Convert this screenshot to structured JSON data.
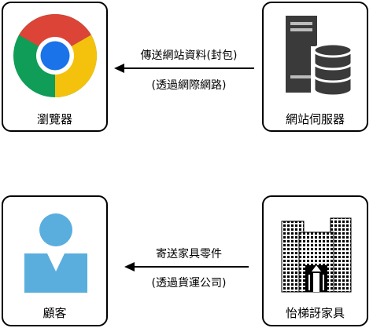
{
  "top": {
    "client_label": "瀏覽器",
    "server_label": "網站伺服器",
    "arrow_line1": "傳送網站資料(封包)",
    "arrow_line2": "(透過網際網路)",
    "chrome_colors": {
      "red": "#DB4437",
      "yellow": "#F4C20D",
      "green": "#0F9D58",
      "blue": "#4285F4"
    }
  },
  "bottom": {
    "client_label": "顧客",
    "server_label": "怡梯訝家具",
    "arrow_line1": "寄送家具零件",
    "arrow_line2": "(透過貨運公司)",
    "person_color": "#5AAEDD"
  },
  "icons": {
    "top_left": "chrome-browser-icon",
    "top_right": "server-database-icon",
    "bottom_left": "person-icon",
    "bottom_right": "office-building-icon"
  }
}
